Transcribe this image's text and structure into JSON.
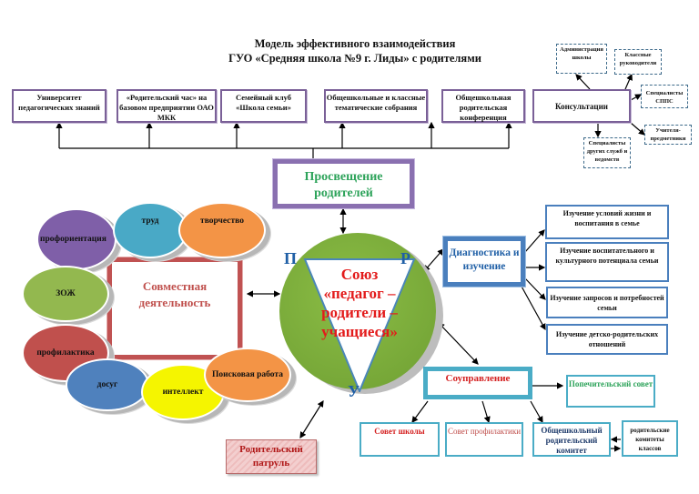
{
  "title": {
    "line1": "Модель эффективного взаимодействия",
    "line2": "ГУО «Средняя школа №9 г. Лиды» с родителями"
  },
  "top_row": [
    {
      "label": "Университет педагогических знаний"
    },
    {
      "label": "«Родительский час» на базовом предприятии ОАО МКК"
    },
    {
      "label": "Семейный клуб «Школа семьи»"
    },
    {
      "label": "Общешкольные и классные тематические собрания"
    },
    {
      "label": "Общешкольная родительская конференция"
    },
    {
      "label": "Консультации"
    }
  ],
  "consultants": [
    {
      "label": "Администрация школы"
    },
    {
      "label": "Классные руководители"
    },
    {
      "label": "Специалисты СППС"
    },
    {
      "label": "Учителя-предметники"
    },
    {
      "label": "Специалисты других служб и ведомств"
    }
  ],
  "center_top": {
    "label": "Просвещение родителей"
  },
  "joint": {
    "label": "Совместная деятельность",
    "activities": [
      {
        "label": "профориентация",
        "color": "#7f5fa8"
      },
      {
        "label": "труд",
        "color": "#49a9c6"
      },
      {
        "label": "творчество",
        "color": "#f39446"
      },
      {
        "label": "ЗОЖ",
        "color": "#93b84f"
      },
      {
        "label": "профилактика",
        "color": "#c0504d"
      },
      {
        "label": "досуг",
        "color": "#4f81bd"
      },
      {
        "label": "интеллект",
        "color": "#f5f500"
      },
      {
        "label": "Поисковая работа",
        "color": "#f39446"
      }
    ]
  },
  "union": {
    "label": "Союз «педагог – родители – учащиеся»",
    "line1": "Союз",
    "line2": "«педагог –",
    "line3": "родители –",
    "line4": "учащиеся»",
    "vertex_p": "П",
    "vertex_r": "Р",
    "vertex_u": "У"
  },
  "diagnostics": {
    "label": "Диагностика и изучение",
    "items": [
      {
        "label": "Изучение условий жизни и воспитания в семье"
      },
      {
        "label": "Изучение воспитательного и культурного потенциала семьи"
      },
      {
        "label": "Изучение запросов и потребностей семьи"
      },
      {
        "label": "Изучение детско-родительских отношений"
      }
    ]
  },
  "self_government": {
    "label": "Соуправление",
    "trustees": "Попечительский совет",
    "items": [
      {
        "label": "Совет школы"
      },
      {
        "label": "Совет профилактики"
      },
      {
        "label": "Общешкольный родительский комитет"
      }
    ],
    "class_committees": "родительские комитеты классов"
  },
  "patrol": {
    "label": "Родительский патруль"
  },
  "colors": {
    "purple": "#7a6097",
    "green_text": "#2da35a",
    "red_text": "#e31b1b",
    "blue": "#4a7fbd",
    "teal": "#4aacc6",
    "circle_green": "#7aab3c"
  }
}
